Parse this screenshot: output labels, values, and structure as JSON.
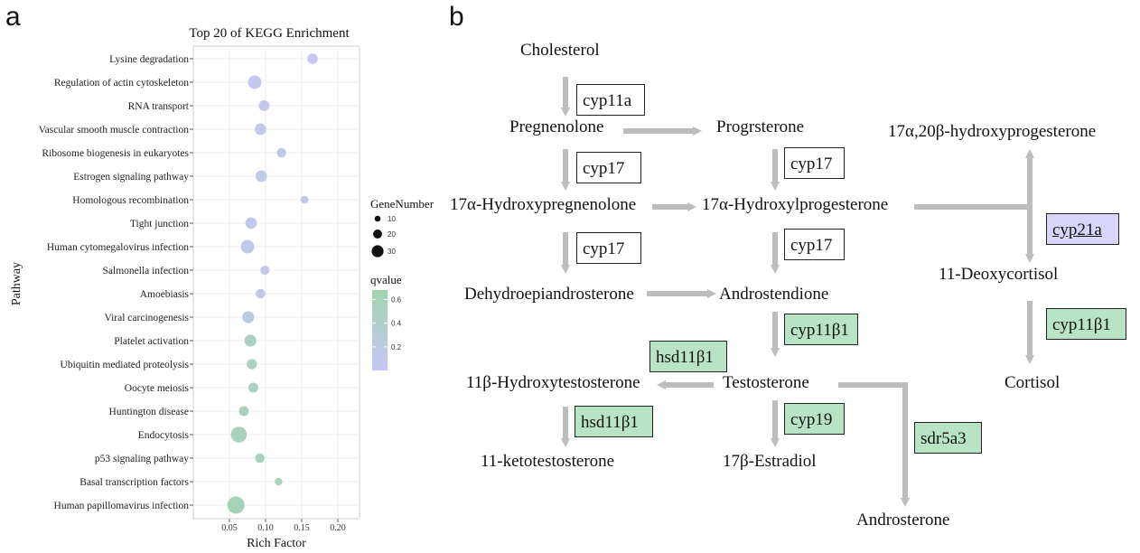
{
  "panels": {
    "a": "a",
    "b": "b"
  },
  "chart_data": {
    "type": "scatter",
    "title": "Top 20 of KEGG Enrichment",
    "xlabel": "Rich Factor",
    "ylabel": "Pathway",
    "xlim": [
      0.0,
      0.23
    ],
    "xticks": [
      0.05,
      0.1,
      0.15,
      0.2
    ],
    "xtick_labels": [
      "0.05",
      "0.10",
      "0.15",
      "0.20"
    ],
    "grid": true,
    "categories": [
      "Lysine degradation",
      "Regulation of actin cytoskeleton",
      "RNA transport",
      "Vascular smooth muscle contraction",
      "Ribosome biogenesis in eukaryotes",
      "Estrogen signaling pathway",
      "Homologous recombination",
      "Tight junction",
      "Human cytomegalovirus infection",
      "Salmonella infection",
      "Amoebiasis",
      "Viral carcinogenesis",
      "Platelet activation",
      "Ubiquitin mediated proteolysis",
      "Oocyte meiosis",
      "Huntington disease",
      "Endocytosis",
      "p53 signaling pathway",
      "Basal transcription factors",
      "Human papillomavirus infection"
    ],
    "rich_factor": [
      0.165,
      0.085,
      0.098,
      0.093,
      0.122,
      0.094,
      0.154,
      0.08,
      0.075,
      0.099,
      0.093,
      0.076,
      0.079,
      0.081,
      0.083,
      0.07,
      0.063,
      0.092,
      0.118,
      0.059
    ],
    "gene_number": [
      16,
      24,
      17,
      19,
      14,
      19,
      10,
      19,
      24,
      13,
      14,
      20,
      20,
      16,
      15,
      15,
      30,
      14,
      9,
      33
    ],
    "qvalue": [
      0.02,
      0.08,
      0.07,
      0.1,
      0.12,
      0.12,
      0.08,
      0.13,
      0.13,
      0.1,
      0.1,
      0.22,
      0.5,
      0.52,
      0.5,
      0.52,
      0.55,
      0.52,
      0.55,
      0.6
    ],
    "legend": {
      "size_title": "GeneNumber",
      "size_values": [
        10,
        20,
        30
      ],
      "size_labels": [
        "10",
        "20",
        "30"
      ],
      "color_title": "qvalue",
      "color_ticks": [
        0.2,
        0.4,
        0.6
      ],
      "color_tick_labels": [
        "0.2",
        "0.4",
        "0.6"
      ],
      "color_low": "#c8c6f7",
      "color_high": "#9fd5ad",
      "qlim": [
        0.0,
        0.68
      ],
      "placement": "right"
    }
  },
  "pathway": {
    "nodes": {
      "cholesterol": "Cholesterol",
      "pregnenolone": "Pregnenolone",
      "progesterone": "Progrsterone",
      "hydroxyprogesterone_17a20b": "17α,20β-hydroxyprogesterone",
      "hydroxypregnenolone_17a": "17α-Hydroxypregnenolone",
      "hydroxylprogesterone_17a": "17α-Hydroxylprogesterone",
      "dhea": "Dehydroepiandrosterone",
      "androstenedione": "Androstendione",
      "deoxycortisol": "11-Deoxycortisol",
      "hydroxytestosterone": "11β-Hydroxytestosterone",
      "testosterone": "Testosterone",
      "cortisol": "Cortisol",
      "ketotestosterone": "11-ketotestosterone",
      "estradiol": "17β-Estradiol",
      "androsterone": "Androsterone"
    },
    "enzymes": {
      "cyp11a": "cyp11a",
      "cyp17_a": "cyp17",
      "cyp17_b": "cyp17",
      "cyp17_c": "cyp17",
      "cyp17_d": "cyp17",
      "cyp21a": "cyp21a",
      "cyp11b1_a": "cyp11β1",
      "cyp11b1_b": "cyp11β1",
      "hsd11b1_a": "hsd11β1",
      "hsd11b1_b": "hsd11β1",
      "cyp19": "cyp19",
      "sdr5a3": "sdr5a3"
    },
    "colors": {
      "arrow": "#bdbdbd",
      "upregulated": "#b7e4c4",
      "downregulated": "#d8d5fb"
    }
  }
}
